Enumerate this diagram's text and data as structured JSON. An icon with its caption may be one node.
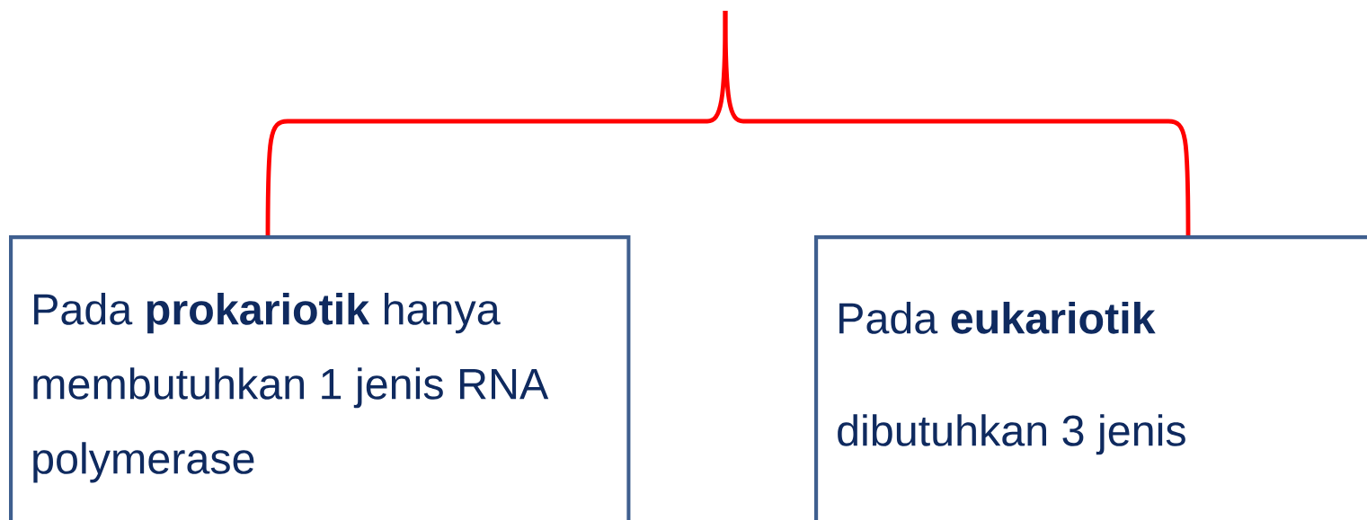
{
  "diagram": {
    "nodes": [
      {
        "text": [
          "Pada **prokariotik**  hanya membutuhkan  1 jenis RNA polymerase"
        ]
      },
      {
        "text": [
          "Pada **eukariotik**",
          "dibutuhkan 3 jenis"
        ]
      }
    ],
    "edges": [
      {
        "from": null,
        "to": 0,
        "arrow": "none",
        "color": "#ff0000"
      },
      {
        "from": null,
        "to": 1,
        "arrow": "none",
        "color": "#ff0000"
      }
    ]
  }
}
